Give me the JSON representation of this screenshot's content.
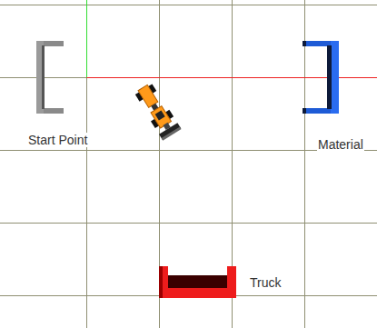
{
  "diagram": {
    "labels": [
      "Start Point",
      "Material",
      "Truck"
    ]
  }
}
